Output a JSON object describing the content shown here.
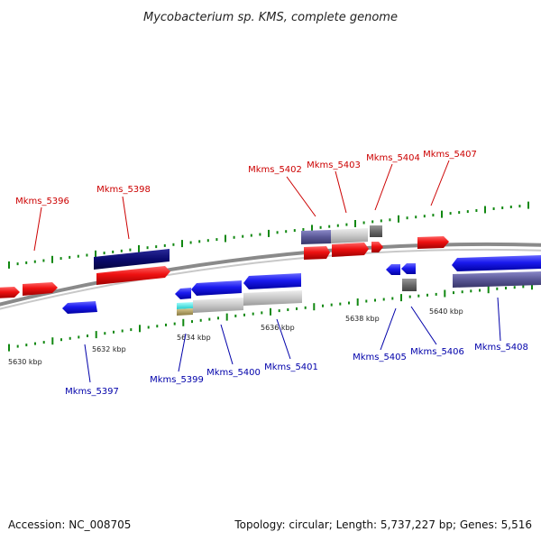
{
  "title": "Mycobacterium sp. KMS, complete genome",
  "accession": "Accession: NC_008705",
  "summary": "Topology: circular; Length: 5,737,227 bp; Genes: 5,516",
  "colors": {
    "forward_label": "#cc0000",
    "reverse_label": "#0000aa",
    "forward_gene": "#ee1111",
    "reverse_gene": "#1a1aee",
    "tick": "#118811",
    "backbone": "#8a8a8a"
  },
  "kbp_labels": [
    "5630 kbp",
    "5632 kbp",
    "5634 kbp",
    "5636 kbp",
    "5638 kbp",
    "5640 kbp"
  ],
  "forward_labels": [
    "Mkms_5396",
    "Mkms_5398",
    "Mkms_5402",
    "Mkms_5403",
    "Mkms_5404",
    "Mkms_5407"
  ],
  "reverse_labels": [
    "Mkms_5397",
    "Mkms_5399",
    "Mkms_5400",
    "Mkms_5401",
    "Mkms_5405",
    "Mkms_5406",
    "Mkms_5408"
  ]
}
